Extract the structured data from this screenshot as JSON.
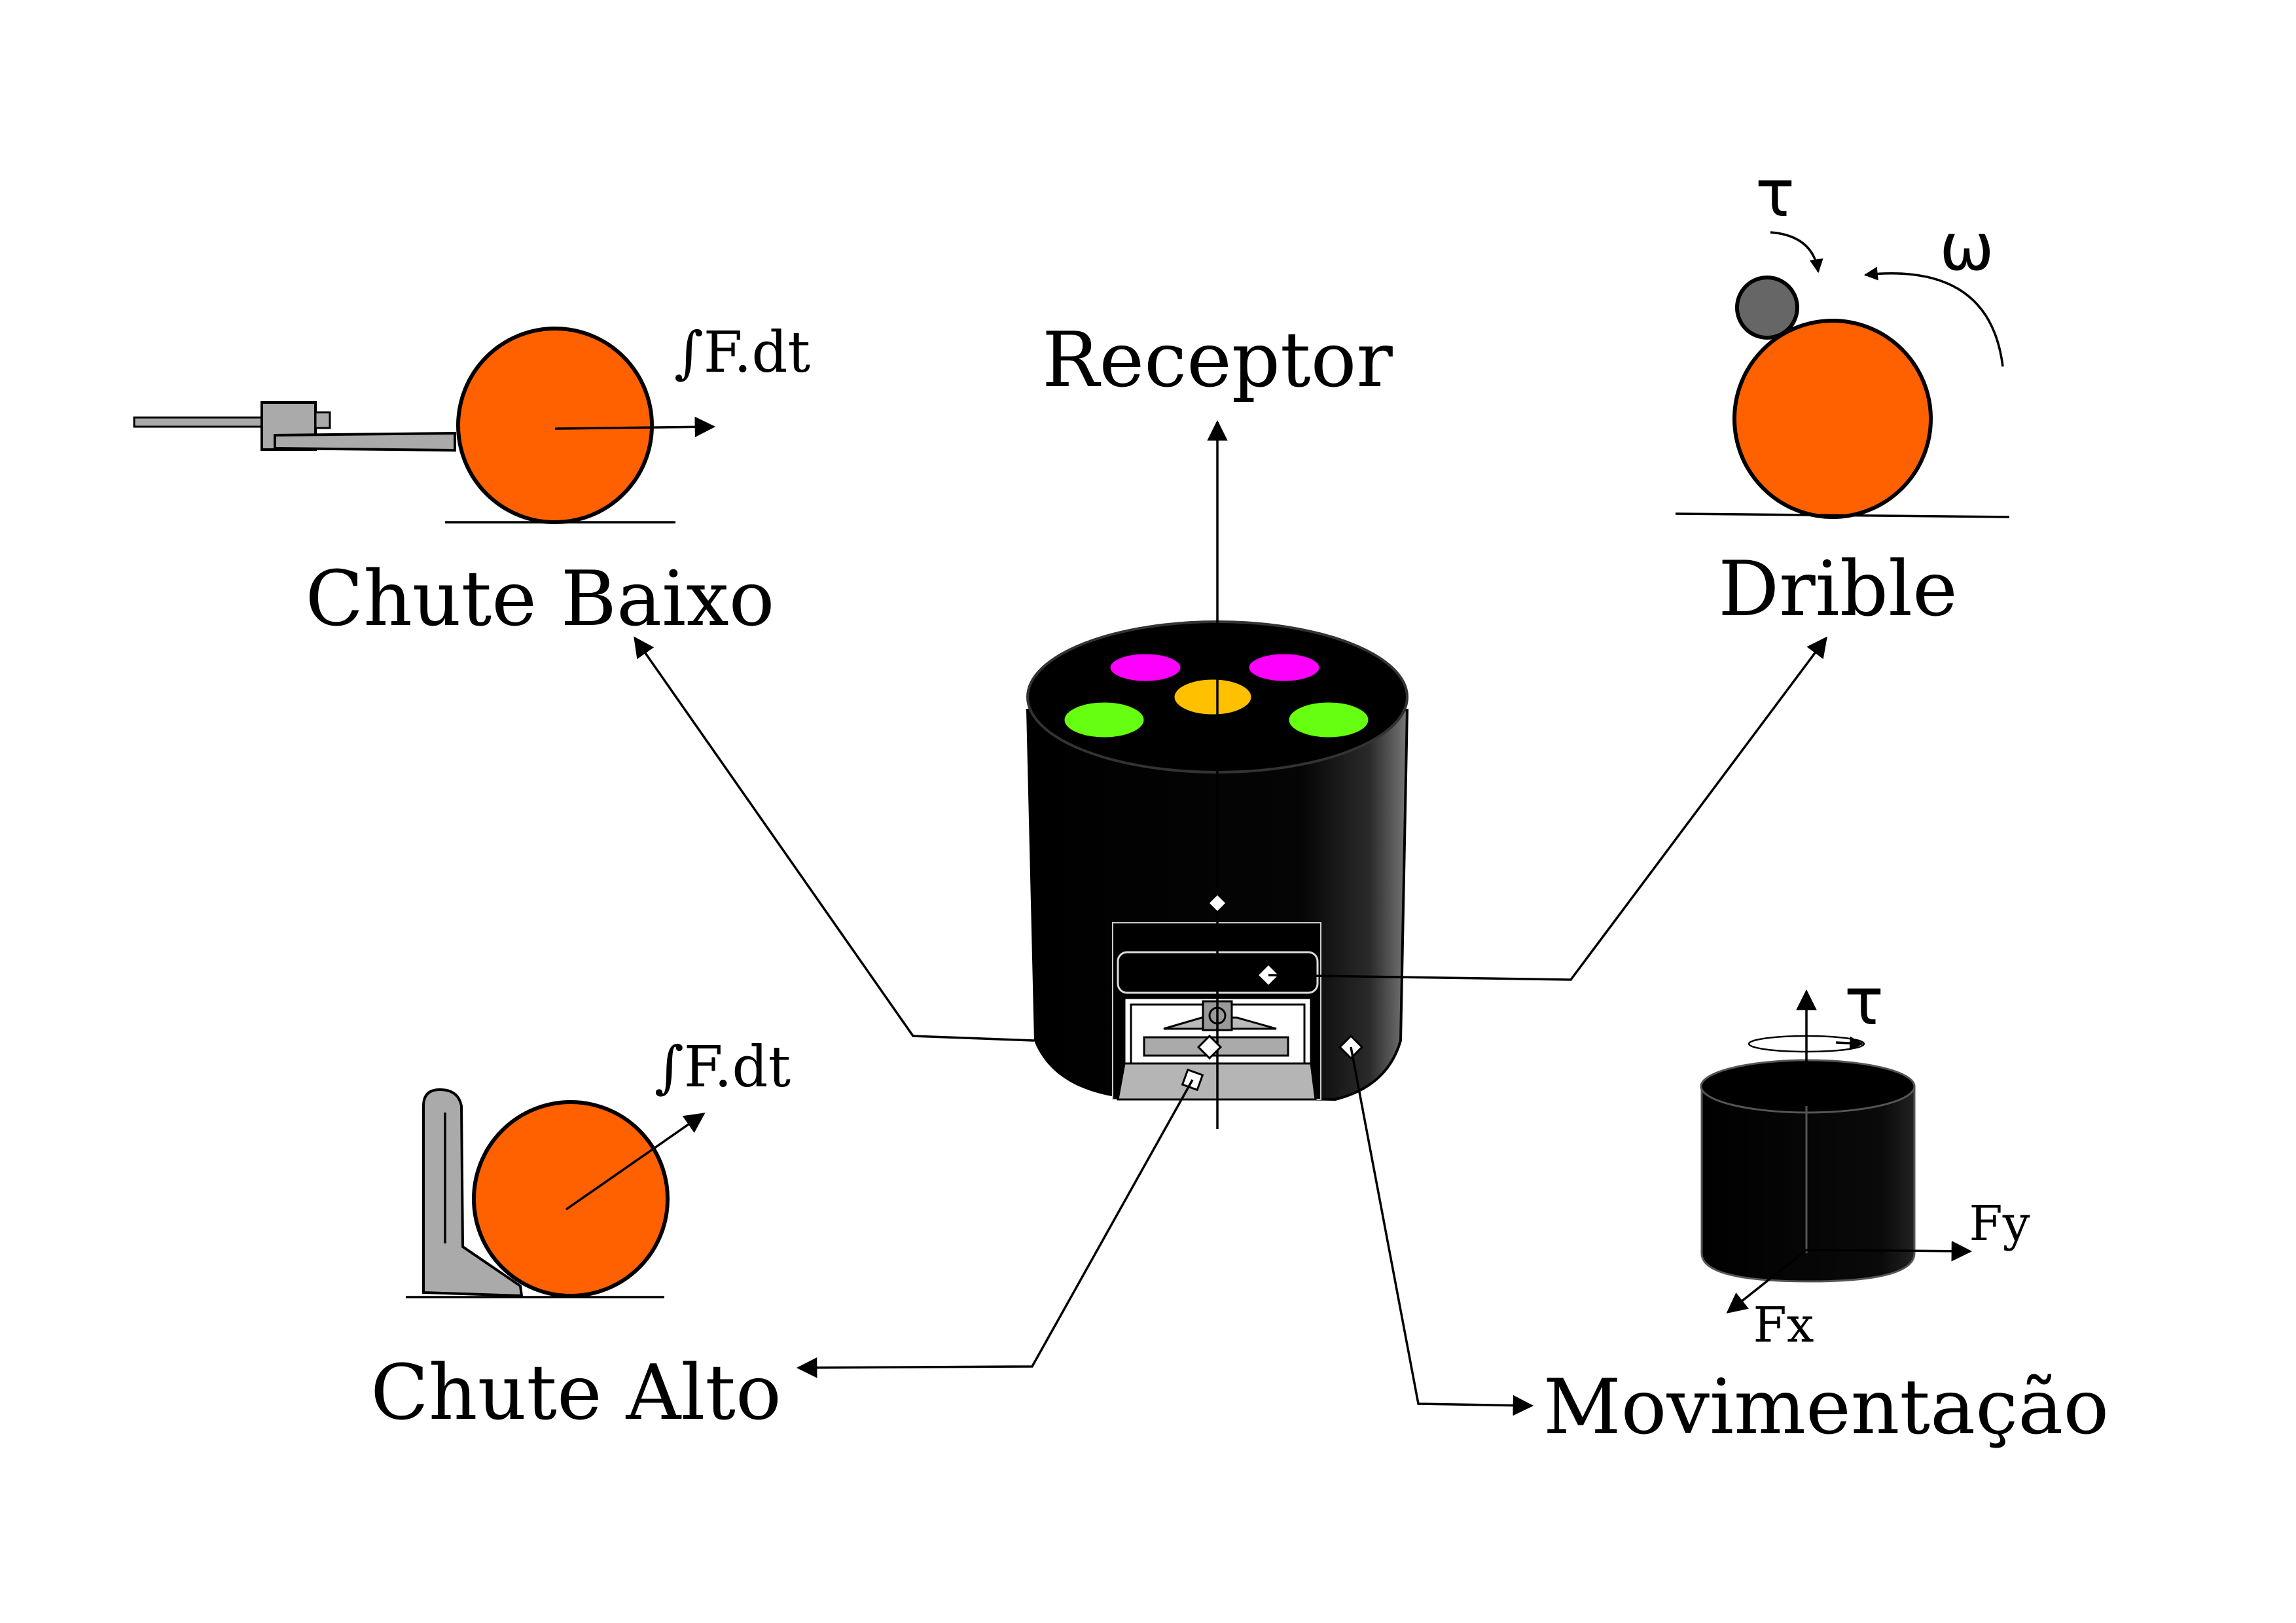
{
  "labels": {
    "receptor": "Receptor",
    "chute_baixo": "Chute Baixo",
    "drible": "Drible",
    "chute_alto": "Chute Alto",
    "movimentacao": "Movimentação",
    "impulse_low": "∫F.dt",
    "impulse_high": "∫F.dt",
    "tau_drible": "τ",
    "omega": "ω",
    "tau_move": "τ",
    "fx": "Fx",
    "fy": "Fy"
  },
  "colors": {
    "ball": "#ff6100",
    "robot_body": "#000000",
    "marker_magenta": "#ff00ff",
    "marker_yellow": "#ffc000",
    "marker_green": "#66ff11",
    "roller": "#666666",
    "kicker_gray": "#aaaaaa"
  }
}
